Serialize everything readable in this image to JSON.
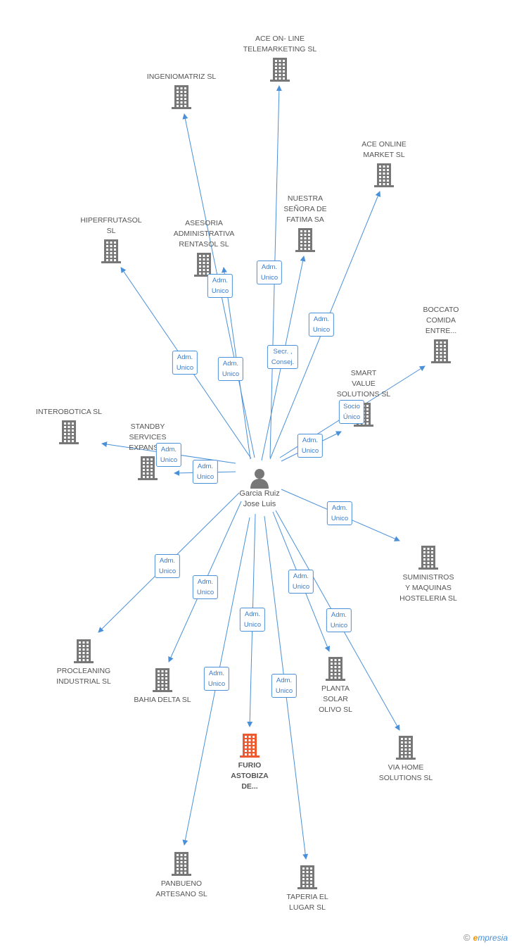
{
  "colors": {
    "edge": "#4a90d9",
    "building": "#777777",
    "building_focus": "#ee5a2f",
    "person": "#777777"
  },
  "person": {
    "name": "Garcia Ruiz\nJose Luis",
    "icon": "person-icon"
  },
  "companies": [
    {
      "id": "ace-on-line",
      "name": "ACE ON- LINE\nTELEMARKETING SL"
    },
    {
      "id": "ingeniomatriz",
      "name": "INGENIOMATRIZ SL"
    },
    {
      "id": "ace-online-market",
      "name": "ACE ONLINE\nMARKET SL"
    },
    {
      "id": "nuestra-senora",
      "name": "NUESTRA\nSEÑORA DE\nFATIMA SA"
    },
    {
      "id": "hiperfrutasol",
      "name": "HIPERFRUTASOL\nSL"
    },
    {
      "id": "asesoria",
      "name": "ASESORIA\nADMINISTRATIVA\nRENTASOL SL"
    },
    {
      "id": "boccato",
      "name": "BOCCATO\nCOMIDA\nENTRE..."
    },
    {
      "id": "smart-value",
      "name": "SMART\nVALUE\nSOLUTIONS SL"
    },
    {
      "id": "interobotica",
      "name": "INTEROBOTICA SL"
    },
    {
      "id": "standby",
      "name": "STANDBY\nSERVICES\nEXPANSI..."
    },
    {
      "id": "suministros",
      "name": "SUMINISTROS\nY MAQUINAS\nHOSTELERIA  SL"
    },
    {
      "id": "procleaning",
      "name": "PROCLEANING\nINDUSTRIAL SL"
    },
    {
      "id": "bahia-delta",
      "name": "BAHIA DELTA SL"
    },
    {
      "id": "planta-solar",
      "name": "PLANTA\nSOLAR\nOLIVO SL"
    },
    {
      "id": "furio",
      "name": "FURIO\nASTOBIZA\nDE...",
      "focus": true
    },
    {
      "id": "via-home",
      "name": "VIA HOME\nSOLUTIONS SL"
    },
    {
      "id": "panbueno",
      "name": "PANBUENO\nARTESANO  SL"
    },
    {
      "id": "taperia",
      "name": "TAPERIA EL\nLUGAR SL"
    }
  ],
  "relations": [
    {
      "to": "ace-on-line",
      "label": "Adm.\nUnico"
    },
    {
      "to": "ingeniomatriz",
      "label": "Adm.\nUnico"
    },
    {
      "to": "ace-online-market",
      "label": "Adm.\nUnico"
    },
    {
      "to": "nuestra-senora",
      "label": "Secr. ,\nConsej."
    },
    {
      "to": "hiperfrutasol",
      "label": "Adm.\nUnico"
    },
    {
      "to": "asesoria",
      "label": "Adm.\nUnico"
    },
    {
      "to": "boccato",
      "label": "Socio\nÚnico"
    },
    {
      "to": "smart-value",
      "label": "Adm.\nUnico"
    },
    {
      "to": "interobotica",
      "label": "Adm.\nUnico"
    },
    {
      "to": "standby",
      "label": "Adm.\nUnico"
    },
    {
      "to": "suministros",
      "label": "Adm.\nUnico"
    },
    {
      "to": "procleaning",
      "label": "Adm.\nUnico"
    },
    {
      "to": "bahia-delta",
      "label": "Adm.\nUnico"
    },
    {
      "to": "planta-solar",
      "label": "Adm.\nUnico"
    },
    {
      "to": "furio",
      "label": "Adm.\nUnico"
    },
    {
      "to": "via-home",
      "label": "Adm.\nUnico"
    },
    {
      "to": "panbueno",
      "label": "Adm.\nUnico"
    },
    {
      "to": "taperia",
      "label": "Adm.\nUnico"
    }
  ],
  "brand": {
    "copyright": "©",
    "initial": "e",
    "rest": "mpresia"
  }
}
